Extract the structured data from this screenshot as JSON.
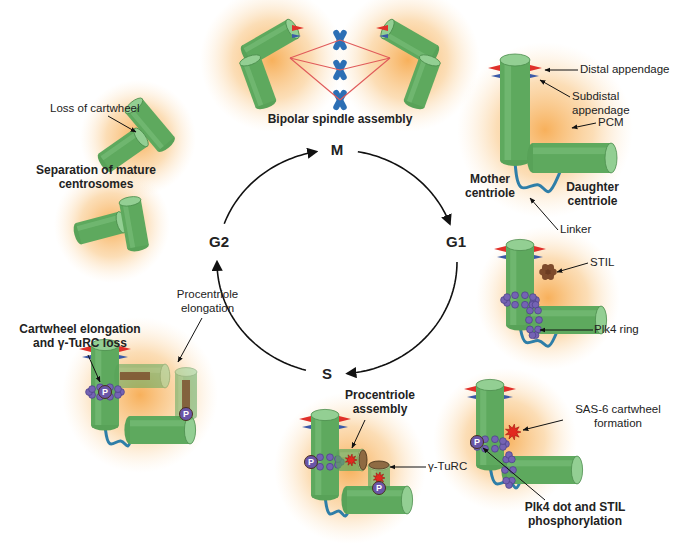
{
  "diagram": {
    "nodes": [
      {
        "text": [
          "P"
        ]
      },
      {
        "text": [
          "P"
        ]
      },
      {
        "text": [
          "P"
        ]
      },
      {
        "text": [
          "P"
        ]
      },
      {
        "text": [
          "P"
        ]
      }
    ],
    "labels": [
      "Bipolar spindle assembly",
      "M",
      "Distal appendage",
      "Subdistal appendage",
      "Loss of cartwheel",
      "PCM",
      "Separation of mature centrosomes",
      "Mother centriole",
      "Daughter centriole",
      "Linker",
      "G2",
      "G1",
      "STIL",
      "Procentriole elongation",
      "Cartwheel elongation and γ-TuRC loss",
      "Plk4 ring",
      "S",
      "Procentriole assembly",
      "SAS-6 cartwheel formation",
      "γ-TuRC",
      "Plk4 dot and STIL phosphorylation"
    ]
  }
}
